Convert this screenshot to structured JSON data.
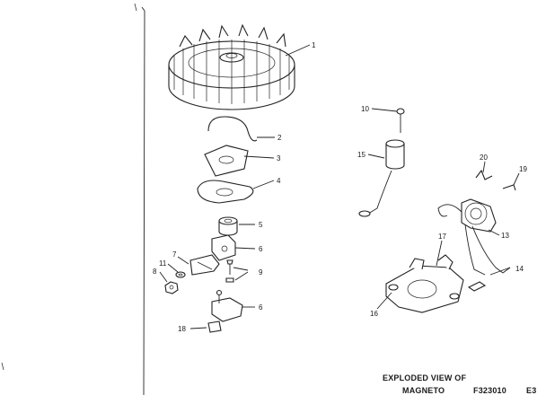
{
  "callouts": {
    "c1": "1",
    "c2": "2",
    "c3": "3",
    "c4": "4",
    "c5": "5",
    "c6a": "6",
    "c6b": "6",
    "c7": "7",
    "c8": "8",
    "c9": "9",
    "c10": "10",
    "c11": "11",
    "c13": "13",
    "c14": "14",
    "c15": "15",
    "c16": "16",
    "c17": "17",
    "c18": "18",
    "c19": "19",
    "c20": "20"
  },
  "caption": {
    "line1": "EXPLODED VIEW OF",
    "line2": "MAGNETO",
    "figure_code": "F323010",
    "sheet": "E3"
  }
}
